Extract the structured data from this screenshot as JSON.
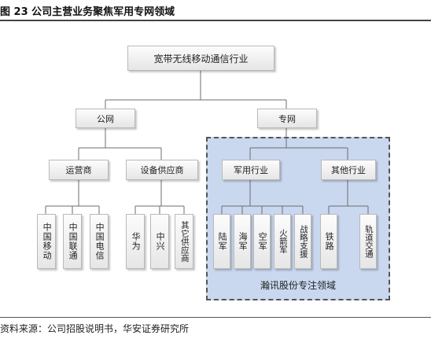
{
  "figure": {
    "title": "图 23  公司主营业务聚焦军用专网领域",
    "source": "资料来源：公司招股说明书，华安证券研究所"
  },
  "diagram": {
    "root": "宽带无线移动通信行业",
    "level1": {
      "public": "公网",
      "private": "专网"
    },
    "level2": {
      "operators": "运营商",
      "suppliers": "设备供应商",
      "military": "军用行业",
      "other": "其他行业"
    },
    "operators": [
      "中国移动",
      "中国联通",
      "中国电信"
    ],
    "suppliers": [
      "华为",
      "中兴",
      "其它供应商"
    ],
    "military": [
      "陆军",
      "海军",
      "空军",
      "火箭军",
      "战略支援"
    ],
    "other": [
      "铁路",
      "轨道交通"
    ],
    "focus_label": "瀚讯股份专注领域",
    "colors": {
      "focus_fill": "#c9d8ef",
      "focus_border": "#555555",
      "box_fill": "#ececec"
    }
  }
}
